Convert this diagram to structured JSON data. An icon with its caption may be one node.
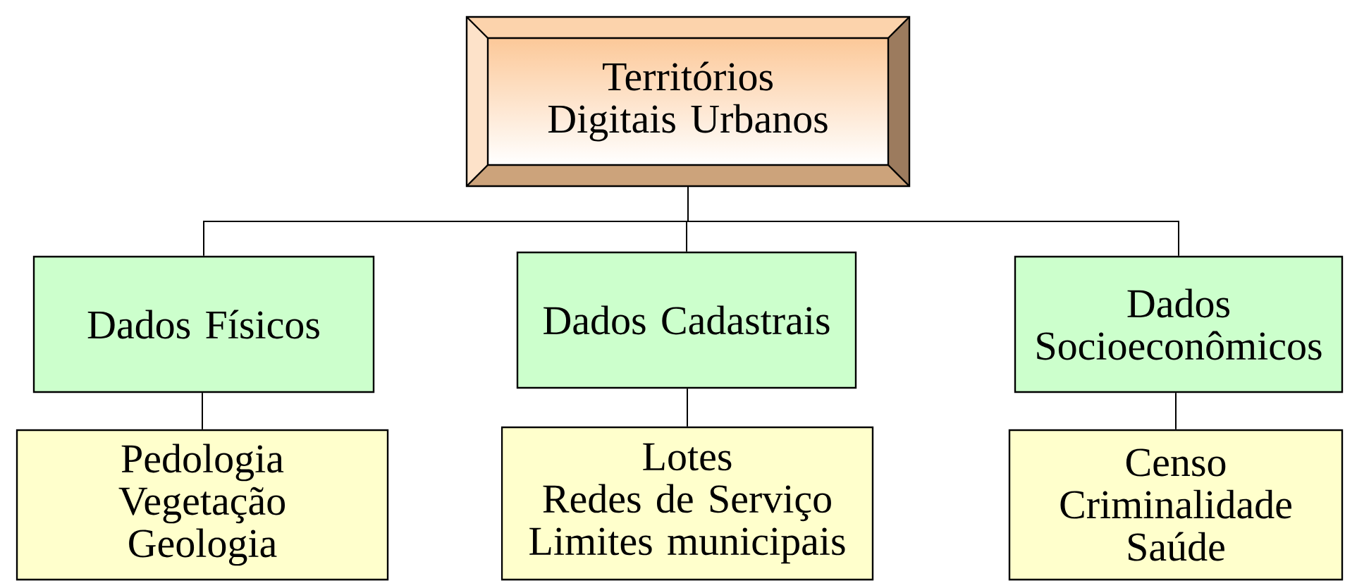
{
  "diagram": {
    "nodes": [
      {
        "text": [
          "Territórios Digitais Urbanos"
        ]
      },
      {
        "text": [
          "Dados Físicos"
        ]
      },
      {
        "text": [
          "Dados Cadastrais"
        ]
      },
      {
        "text": [
          "Dados Socioeconômicos"
        ]
      },
      {
        "text": [
          "Pedologia",
          "Vegetação",
          "Geologia"
        ]
      },
      {
        "text": [
          "Lotes",
          "Redes de Serviço",
          "Limites municipais"
        ]
      },
      {
        "text": [
          "Censo",
          "Criminalidade",
          "Saúde"
        ]
      }
    ],
    "edges": [
      {
        "from": 0,
        "to": 1,
        "arrow": "none"
      },
      {
        "from": 0,
        "to": 2,
        "arrow": "none"
      },
      {
        "from": 0,
        "to": 3,
        "arrow": "none"
      },
      {
        "from": 1,
        "to": 4,
        "arrow": "none"
      },
      {
        "from": 2,
        "to": 5,
        "arrow": "none"
      },
      {
        "from": 3,
        "to": 6,
        "arrow": "none"
      }
    ]
  }
}
